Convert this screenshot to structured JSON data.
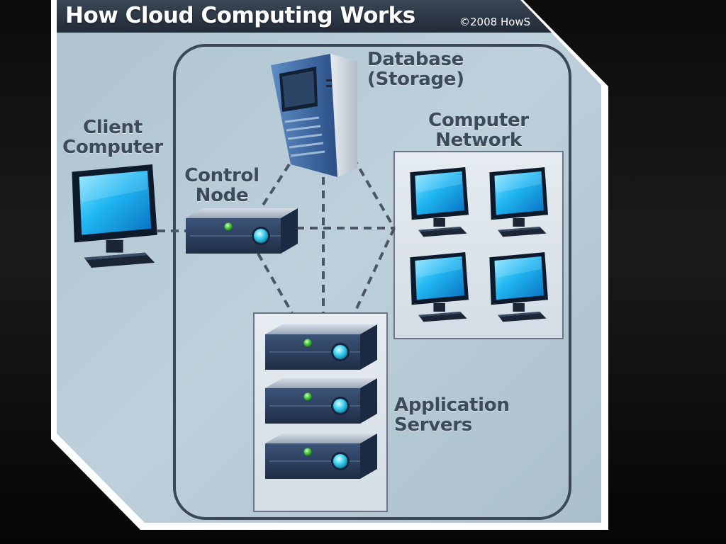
{
  "title": "How Cloud Computing Works",
  "copyright": "©2008 HowS",
  "labels": {
    "database": [
      "Database",
      "(Storage)"
    ],
    "computer_network": [
      "Computer",
      "Network"
    ],
    "client_computer": [
      "Client",
      "Computer"
    ],
    "control_node": [
      "Control",
      "Node"
    ],
    "application_servers": [
      "Application",
      "Servers"
    ]
  },
  "colors": {
    "panel_background": "#b9cbd6",
    "header": "#2a3442",
    "label_text": "#3c4a59",
    "monitor_screen": "#1fb6f2",
    "server_body": "#2d3f5c",
    "indicator_green": "#4ccf3a",
    "indicator_cyan": "#3fd2f0"
  },
  "icons": [
    "database-server-icon",
    "client-monitor-icon",
    "control-node-icon",
    "network-monitor-icon",
    "application-server-icon"
  ]
}
